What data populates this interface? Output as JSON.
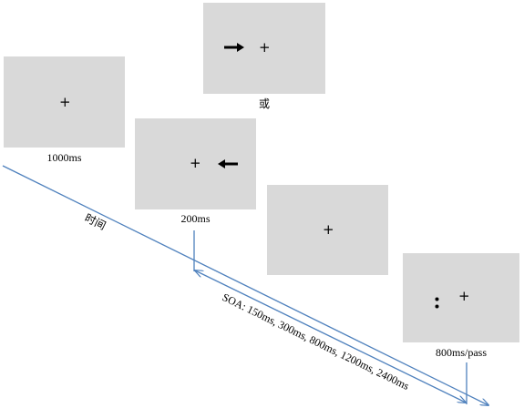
{
  "time_axis_label": "时间",
  "soa_label": "SOA: 150ms, 300ms, 800ms, 1200ms, 2400ms",
  "alternative_label": "或",
  "line_color": "#4f81bd",
  "screen_color": "#d9d9d9",
  "fixation_symbol": "+",
  "screens": [
    {
      "id": "fixation",
      "caption": "1000ms",
      "content": "fixation cross"
    },
    {
      "id": "cue-left",
      "caption": "200ms",
      "content": "fixation cross, left arrow"
    },
    {
      "id": "cue-right-alternative",
      "caption": "",
      "content": "right arrow, fixation cross"
    },
    {
      "id": "blank",
      "caption": "",
      "content": "fixation cross"
    },
    {
      "id": "target",
      "caption": "800ms/pass",
      "content": "colon target, fixation cross"
    }
  ]
}
